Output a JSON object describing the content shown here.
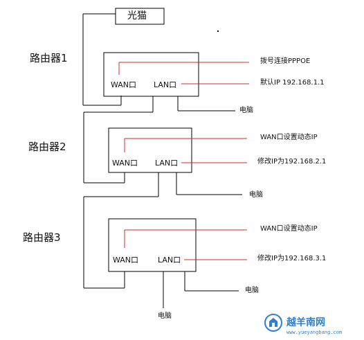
{
  "modem": {
    "label": "光猫"
  },
  "routers": [
    {
      "title": "路由器1",
      "wan": "WAN口",
      "lan": "LAN口",
      "wan_note": "拨号连接PPPOE",
      "lan_note": "默认IP 192.168.1.1",
      "pc": "电脑"
    },
    {
      "title": "路由器2",
      "wan": "WAN口",
      "lan": "LAN口",
      "wan_note": "WAN口设置动态IP",
      "lan_note": "修改IP为192.168.2.1",
      "pc": "电脑"
    },
    {
      "title": "路由器3",
      "wan": "WAN口",
      "lan": "LAN口",
      "wan_note": "WAN口设置动态IP",
      "lan_note": "修改IP为192.168.3.1",
      "pc": "电脑"
    }
  ],
  "extra_pc": "电脑",
  "watermark": {
    "name": "越羊南网",
    "url": "www.yueyangbang.com"
  },
  "colors": {
    "line": "#000000",
    "annotation_line": "#d62828",
    "watermark": "#2f7fd0"
  }
}
